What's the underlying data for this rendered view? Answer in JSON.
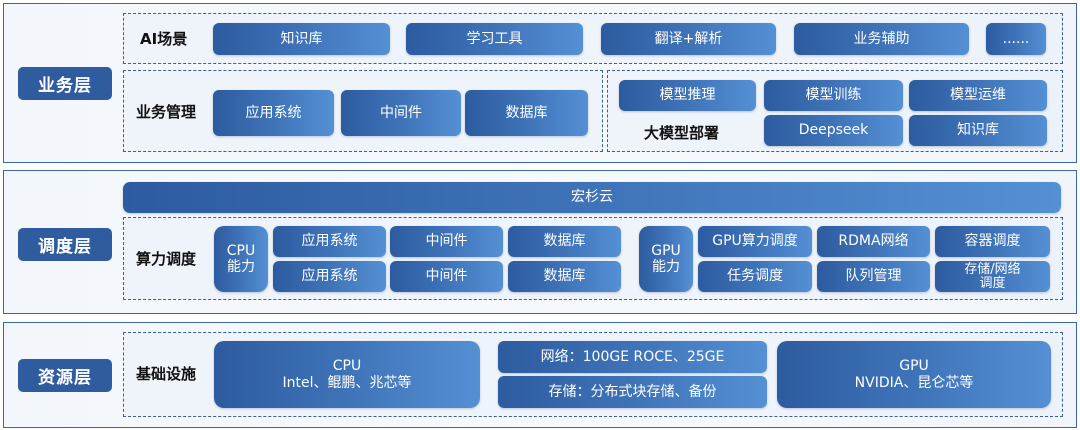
{
  "colors": {
    "primary": "#2f5c9e",
    "pill_start": "#2d5b9f",
    "pill_end": "#5590d4",
    "border": "#3a67a8",
    "background": "#f3f7fb"
  },
  "business_layer": {
    "tag": "业务层",
    "ai_scenarios": {
      "label": "AI场景",
      "items": [
        "知识库",
        "学习工具",
        "翻译+解析",
        "业务辅助",
        "......"
      ]
    },
    "business_management": {
      "label": "业务管理",
      "items": [
        "应用系统",
        "中间件",
        "数据库"
      ]
    },
    "llm_deployment": {
      "label": "大模型部署",
      "row1": [
        "模型推理",
        "模型训练",
        "模型运维"
      ],
      "row2": [
        "Deepseek",
        "知识库"
      ]
    }
  },
  "scheduling_layer": {
    "tag": "调度层",
    "cloud": "宏杉云",
    "compute_scheduling": {
      "label": "算力调度",
      "cpu": {
        "label_line1": "CPU",
        "label_line2": "能力",
        "row1": [
          "应用系统",
          "中间件",
          "数据库"
        ],
        "row2": [
          "应用系统",
          "中间件",
          "数据库"
        ]
      },
      "gpu": {
        "label_line1": "GPU",
        "label_line2": "能力",
        "row1": [
          "GPU算力调度",
          "RDMA网络",
          "容器调度"
        ],
        "row2": [
          "任务调度",
          "队列管理"
        ],
        "row2_last_line1": "存储/网络",
        "row2_last_line2": "调度"
      }
    }
  },
  "resource_layer": {
    "tag": "资源层",
    "infrastructure": {
      "label": "基础设施",
      "cpu": {
        "title": "CPU",
        "detail": "Intel、鲲鹏、兆芯等"
      },
      "network": "网络：100GE  ROCE、25GE",
      "storage": "存储：分布式块存储、备份",
      "gpu": {
        "title": "GPU",
        "detail": "NVIDIA、昆仑芯等"
      }
    }
  }
}
